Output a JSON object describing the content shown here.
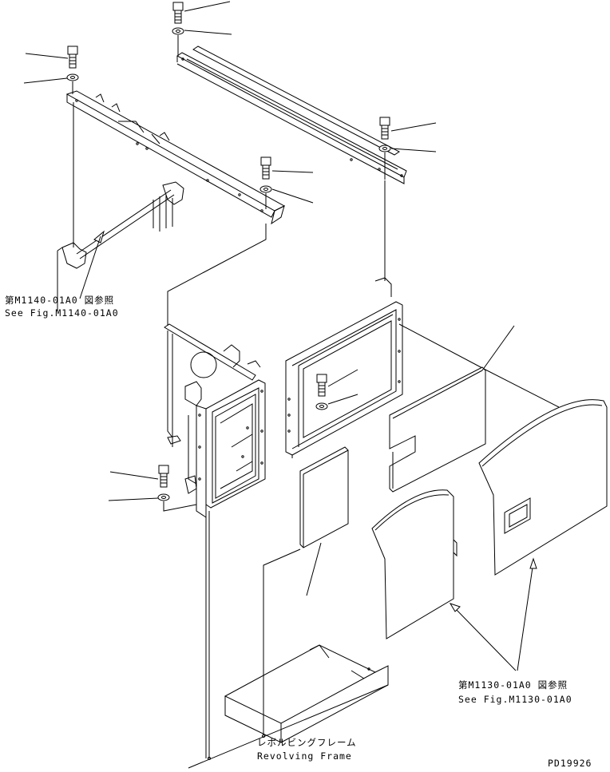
{
  "references": {
    "m1140": {
      "jp": "第M1140-01A0 図参照",
      "en": "See Fig.M1140-01A0"
    },
    "m1130": {
      "jp": "第M1130-01A0 図参照",
      "en": "See Fig.M1130-01A0"
    }
  },
  "frame_label": {
    "jp": "レボルビングフレーム",
    "en": "Revolving Frame"
  },
  "drawing_number": "PD19926"
}
